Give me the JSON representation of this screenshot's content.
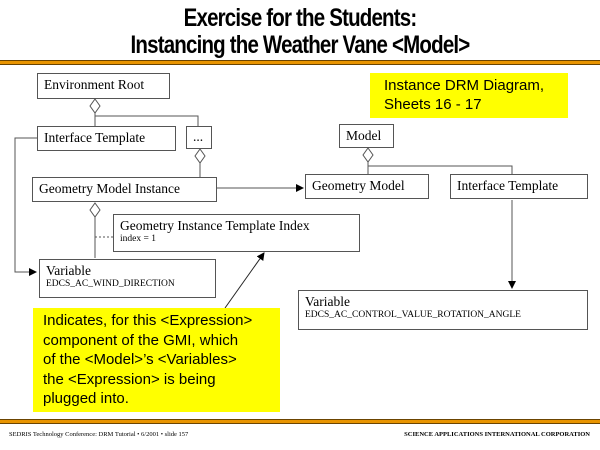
{
  "slide": {
    "title_line1": "Exercise for the Students:",
    "title_line2": "Instancing the Weather Vane <Model>",
    "rule_colors": {
      "dark": "#7a4a00",
      "accent": "#e89400"
    }
  },
  "diagram": {
    "boxes": {
      "environment_root": "Environment Root",
      "interface_template_left": "Interface Template",
      "ellipsis": "...",
      "geometry_model_instance": "Geometry Model Instance",
      "geometry_instance_template_index": {
        "label": "Geometry Instance Template Index",
        "attribute": "index = 1"
      },
      "variable_left": {
        "label": "Variable",
        "attribute": "EDCS_AC_WIND_DIRECTION"
      },
      "model": "Model",
      "geometry_model": "Geometry Model",
      "interface_template_right": "Interface Template",
      "variable_right": {
        "label": "Variable",
        "attribute": "EDCS_AC_CONTROL_VALUE_ROTATION_ANGLE"
      }
    },
    "notes": {
      "reference": [
        "Instance DRM Diagram,",
        "Sheets 16 - 17"
      ],
      "explanation": [
        "Indicates, for this <Expression>",
        "component of the GMI, which",
        "of the <Model>’s <Variables>",
        "the <Expression> is being",
        "plugged into."
      ],
      "note_color": "#ffff00"
    }
  },
  "footer": {
    "left": "SEDRIS Technology Conference: DRM Tutorial • 6/2001 • slide 157",
    "right": "SCIENCE APPLICATIONS INTERNATIONAL CORPORATION"
  }
}
